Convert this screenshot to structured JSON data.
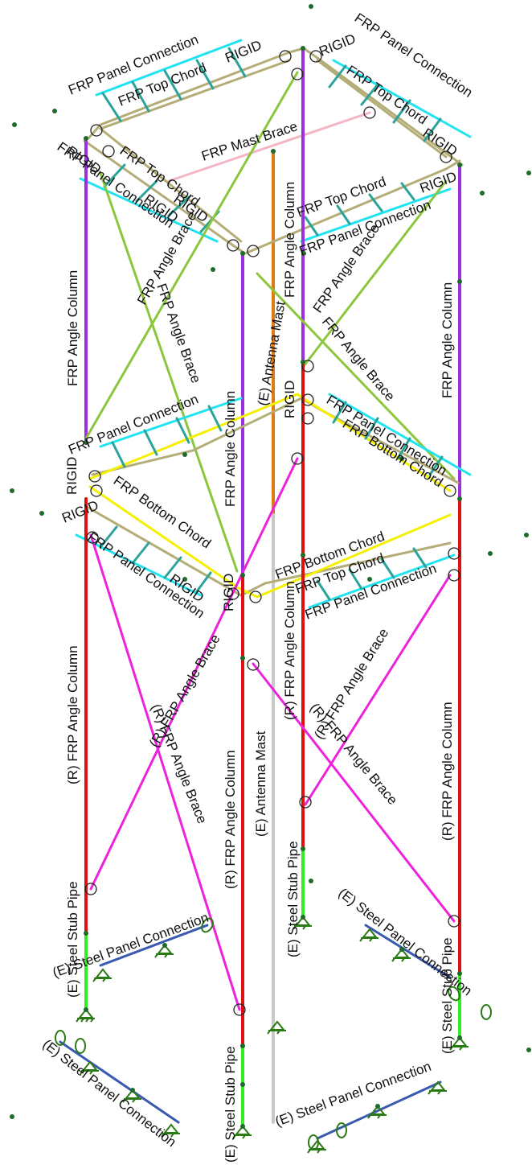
{
  "labels": {
    "frp_panel_connection": "FRP Panel Connection",
    "frp_top_chord": "FRP Top Chord",
    "frp_bottom_chord": "FRP Bottom Chord",
    "frp_mast_brace": "FRP Mast Brace",
    "frp_angle_column": "FRP Angle Column",
    "frp_angle_brace": "FRP Angle Brace",
    "rigid": "RIGID",
    "r_frp_angle_column": "(R) FRP Angle Column",
    "r_frp_angle_brace": "(R) FRP Angle Brace",
    "e_antenna_mast": "(E) Antenna Mast",
    "e_steel_stub_pipe": "(E) Steel Stub Pipe",
    "e_steel_panel_connection": "(E) Steel Panel Connection"
  },
  "colors": {
    "frp_angle_column_top": "#9b30e0",
    "frp_angle_column_bottom": "#e01010",
    "frp_angle_brace_top": "#8cc63c",
    "frp_angle_brace_bottom": "#ee22dd",
    "frp_chord": "#b5ad78",
    "frp_bottom_chord_highlight": "#f5f000",
    "frp_panel_connection": "#22e3f0",
    "rigid_link": "#2aa39a",
    "frp_mast_brace": "#f4b6c4",
    "antenna_mast_upper": "#e07b14",
    "antenna_mast_lower": "#c8c8c8",
    "steel_stub_pipe": "#33ee22",
    "steel_panel_connection": "#3a5ab0",
    "support": "#2a7a14",
    "node": "#1e6b2a"
  }
}
